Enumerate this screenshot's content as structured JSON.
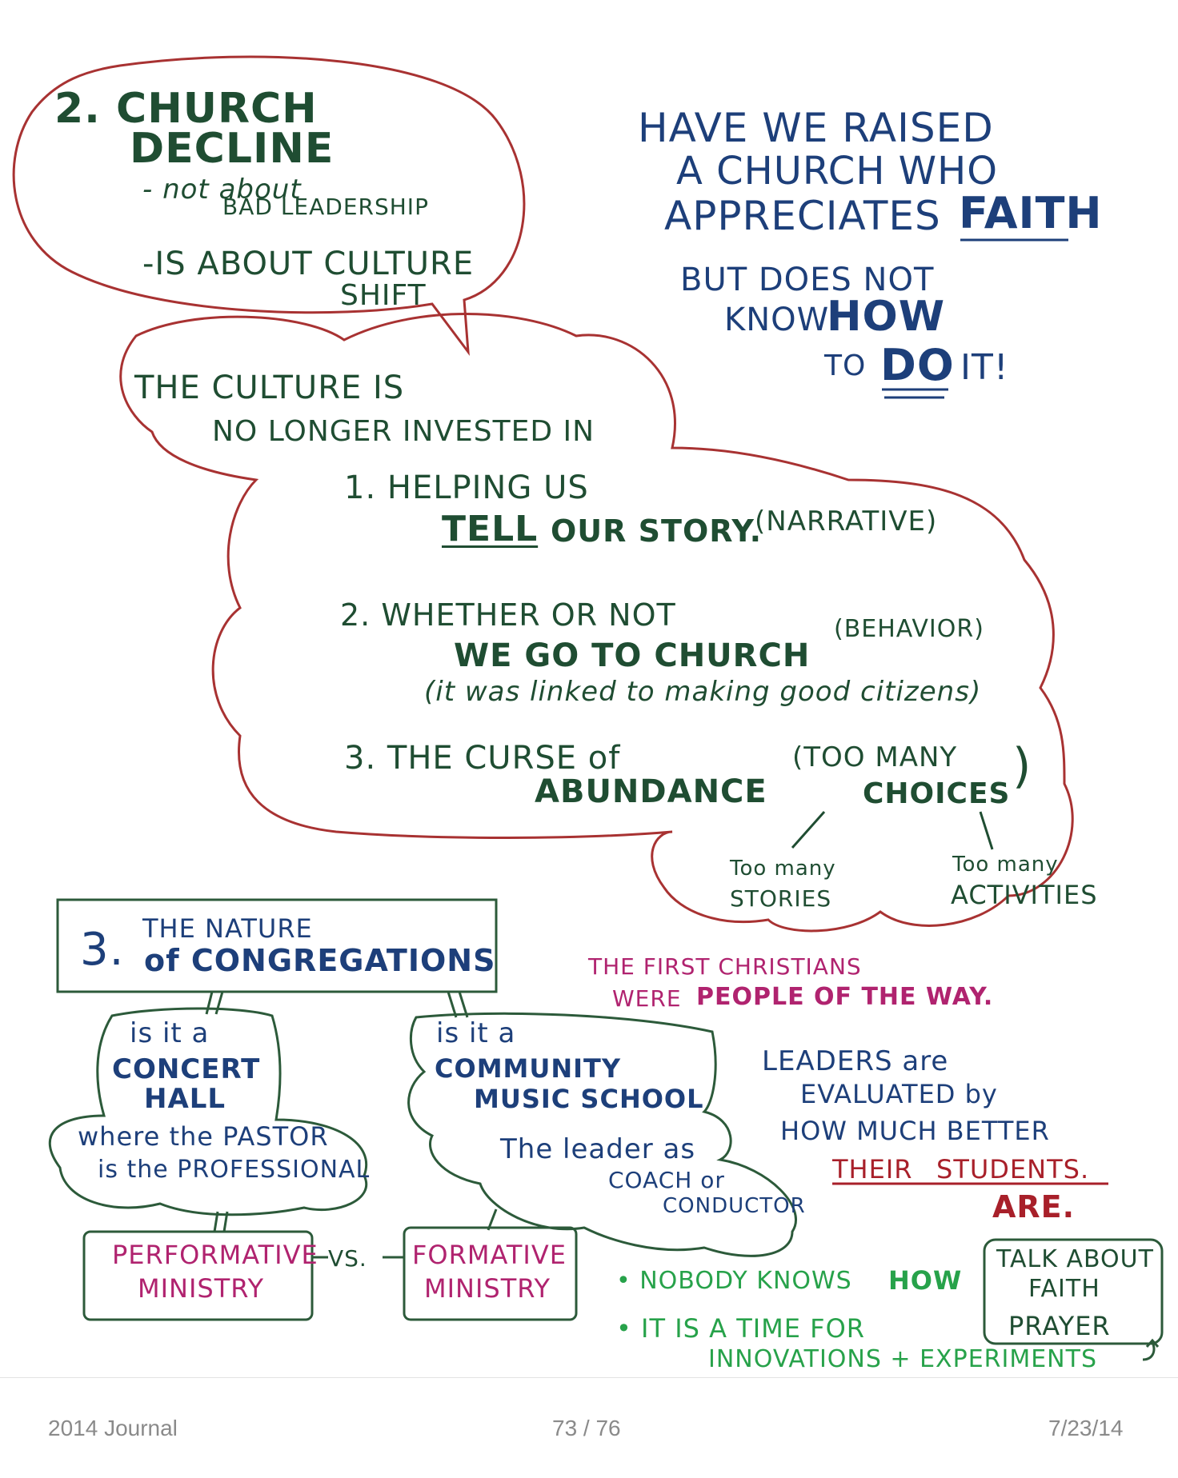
{
  "colors": {
    "green": "#1f4d32",
    "blue": "#1d3f7a",
    "magenta": "#b0236f",
    "red": "#a8202a",
    "light_green": "#27a24a",
    "cloud_red": "#a83232",
    "box_green": "#2c5a3a"
  },
  "section2": {
    "title1": "2. CHURCH",
    "title2": "DECLINE",
    "not_about1": "- not about",
    "not_about2": "BAD LEADERSHIP",
    "is_about1": "-IS ABOUT CULTURE",
    "is_about2": "SHIFT"
  },
  "question": {
    "line1": "HAVE WE RAISED",
    "line2": "A CHURCH WHO",
    "line3a": "APPRECIATES",
    "line3b": "FAITH",
    "line4": "BUT DOES NOT",
    "line5a": "KNOW",
    "line5b": "HOW",
    "line6a": "TO",
    "line6b": "DO",
    "line6c": "IT!"
  },
  "culture": {
    "intro1": "THE CULTURE IS",
    "intro2": "NO LONGER INVESTED IN",
    "item1a": "1. HELPING US",
    "item1b": "TELL",
    "item1c": "OUR STORY.",
    "item1d": "(NARRATIVE)",
    "item2a": "2. WHETHER OR NOT",
    "item2b": "WE GO TO CHURCH",
    "item2c": "(BEHAVIOR)",
    "item2d": "(it was linked to making good citizens)",
    "item3a": "3. THE CURSE of",
    "item3b": "ABUNDANCE",
    "item3c": "(TOO MANY",
    "item3d": "CHOICES",
    "item3e": ")",
    "branch1a": "Too many",
    "branch1b": "STORIES",
    "branch2a": "Too many",
    "branch2b": "ACTIVITIES"
  },
  "section3": {
    "num": "3.",
    "title1": "THE NATURE",
    "title2": "of CONGREGATIONS",
    "left1": "is it a",
    "left2": "CONCERT",
    "left3": "HALL",
    "left4": "where the PASTOR",
    "left5": "is the PROFESSIONAL",
    "right1": "is it a",
    "right2": "COMMUNITY",
    "right3": "MUSIC SCHOOL",
    "right4": "The leader as",
    "right5": "COACH or",
    "right6": "CONDUCTOR",
    "perf1": "PERFORMATIVE",
    "perf2": "MINISTRY",
    "vs": "VS.",
    "form1": "FORMATIVE",
    "form2": "MINISTRY"
  },
  "notes": {
    "christians1": "THE FIRST CHRISTIANS",
    "christians2a": "WERE",
    "christians2b": "PEOPLE OF THE WAY.",
    "leaders1": "LEADERS are",
    "leaders2": "EVALUATED by",
    "leaders3": "HOW MUCH BETTER",
    "leaders4a": "THEIR",
    "leaders4b": "STUDENTS.",
    "leaders5": "ARE.",
    "bullet1a": "• NOBODY KNOWS",
    "bullet1b": "HOW",
    "bullet2": "• IT IS A TIME FOR",
    "bullet3": "INNOVATIONS + EXPERIMENTS",
    "talk1": "TALK ABOUT",
    "talk2": "FAITH",
    "talk3": "PRAYER"
  },
  "footer": {
    "left": "2014 Journal",
    "center": "73 / 76",
    "right": "7/23/14"
  }
}
